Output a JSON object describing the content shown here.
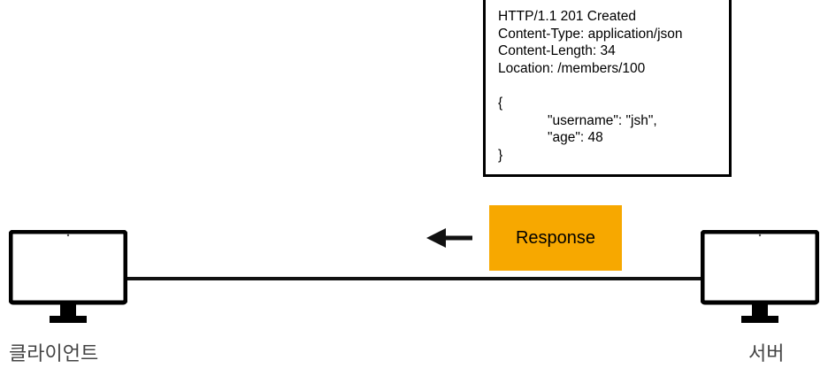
{
  "response_message": {
    "status_line": "HTTP/1.1 201 Created",
    "headers": [
      "Content-Type: application/json",
      "Content-Length: 34",
      "Location: /members/100"
    ],
    "body": {
      "open": "{",
      "line1": "\"username\": \"jsh\",",
      "line2": "\"age\": 48",
      "close": "}"
    }
  },
  "badge": {
    "label": "Response",
    "color": "#f7a800"
  },
  "arrow": {
    "direction": "left",
    "icon": "arrow-left-icon"
  },
  "nodes": {
    "client": {
      "label": "클라이언트",
      "icon": "monitor-icon"
    },
    "server": {
      "label": "서버",
      "icon": "monitor-icon"
    }
  }
}
